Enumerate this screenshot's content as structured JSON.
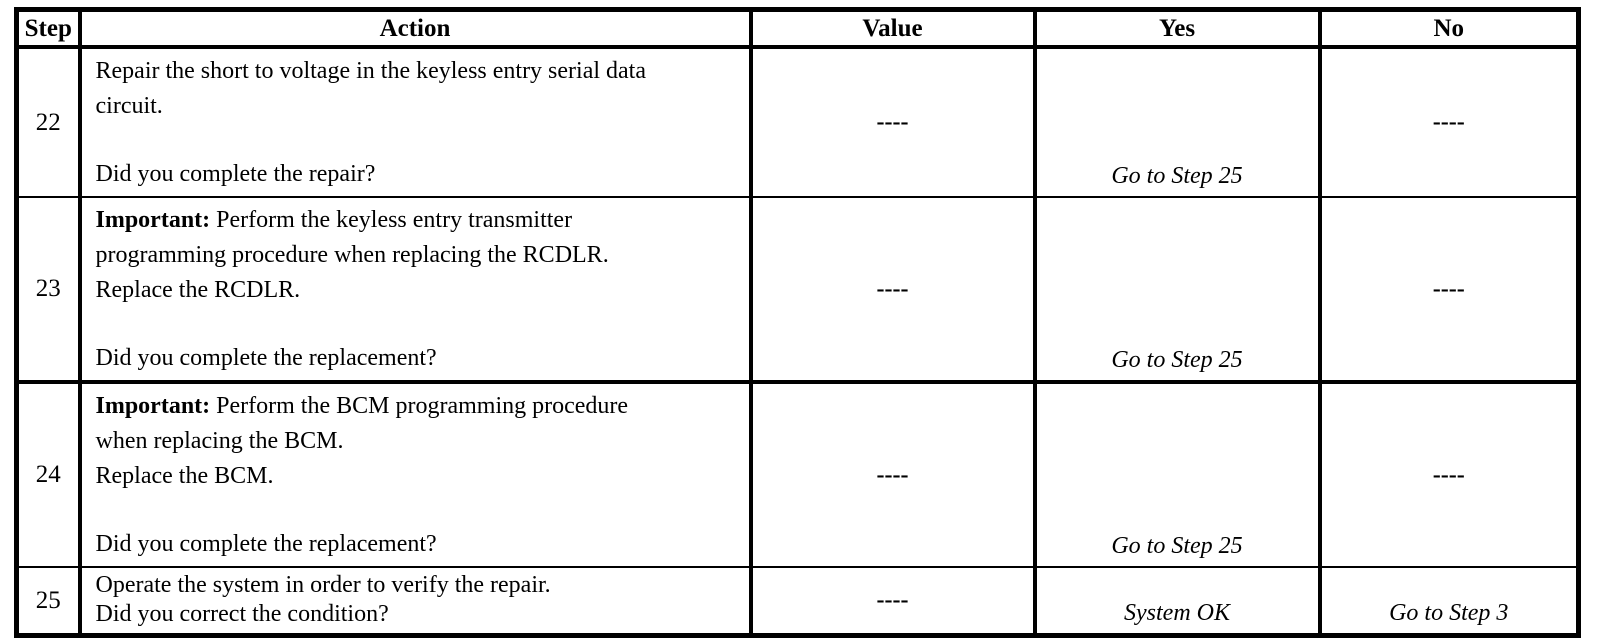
{
  "colors": {
    "ink": "#000000",
    "paper": "#ffffff"
  },
  "table": {
    "columns": [
      "Step",
      "Action",
      "Value",
      "Yes",
      "No"
    ],
    "rows": [
      {
        "step": "22",
        "important": "",
        "line1": "Repair the short to voltage in the keyless entry serial data",
        "line2": "circuit.",
        "line3": "",
        "question": "Did you complete the repair?",
        "value": "----",
        "yes": "Go to Step 25",
        "no": "----"
      },
      {
        "step": "23",
        "important": "Important:",
        "line1": " Perform the keyless entry transmitter",
        "line2": "programming procedure when replacing the RCDLR.",
        "line3": "Replace the RCDLR.",
        "question": "Did you complete the replacement?",
        "value": "----",
        "yes": "Go to Step 25",
        "no": "----"
      },
      {
        "step": "24",
        "important": "Important:",
        "line1": " Perform the BCM programming procedure",
        "line2": "when replacing the BCM.",
        "line3": "Replace the BCM.",
        "question": "Did you complete the replacement?",
        "value": "----",
        "yes": "Go to Step 25",
        "no": "----"
      },
      {
        "step": "25",
        "important": "",
        "line1": "Operate the system in order to verify the repair.",
        "line2": "",
        "line3": "",
        "question": "Did you correct the condition?",
        "value": "----",
        "yes": "System OK",
        "no": "Go to Step 3"
      }
    ]
  }
}
